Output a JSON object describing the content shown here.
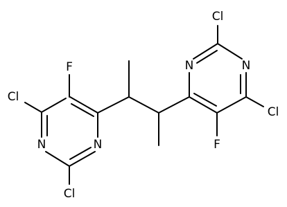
{
  "molecule": {
    "ring_left": {
      "n_top": "N",
      "n_bottom": "N",
      "cl_upper": "Cl",
      "cl_lower": "Cl",
      "f": "F"
    },
    "ring_right": {
      "n_top": "N",
      "n_bottom": "N",
      "cl_top": "Cl",
      "cl_side": "Cl",
      "f": "F"
    }
  }
}
